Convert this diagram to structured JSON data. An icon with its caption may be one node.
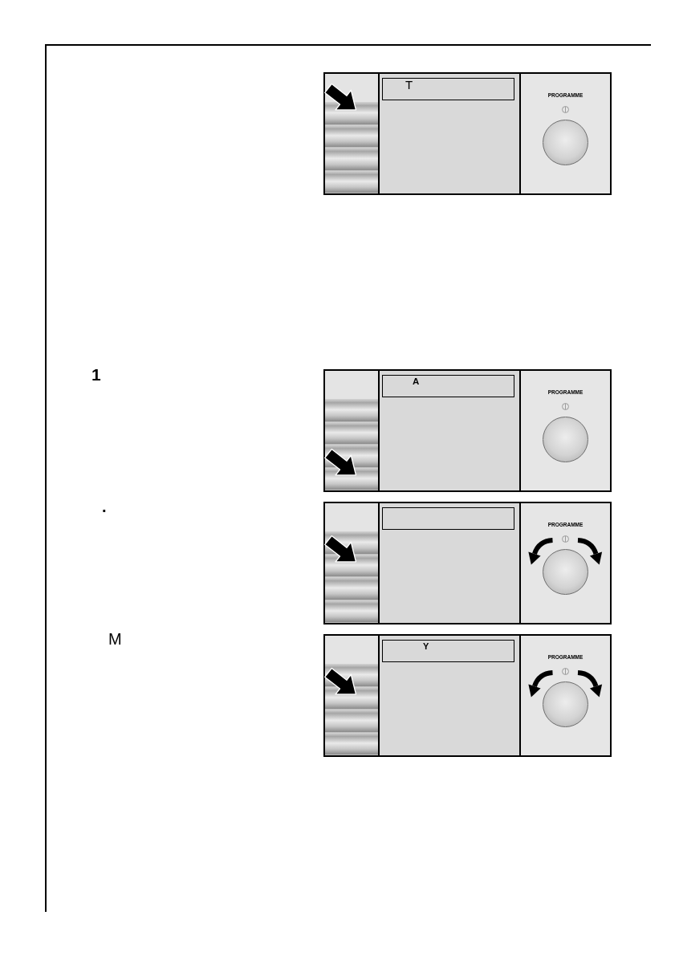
{
  "diagram": {
    "nodes": [
      {
        "text": [],
        "shape": "box"
      },
      {
        "text": [
          "T"
        ],
        "in": 0
      },
      {
        "text": [
          "PROGRAMME"
        ],
        "in": 0
      },
      {
        "text": [],
        "shape": "box"
      },
      {
        "text": [
          "A"
        ],
        "in": 3
      },
      {
        "text": [
          "PROGRAMME"
        ],
        "in": 3
      },
      {
        "text": [],
        "shape": "box"
      },
      {
        "text": [],
        "shape": "box",
        "in": 6
      },
      {
        "text": [
          "PROGRAMME"
        ],
        "in": 6
      },
      {
        "text": [],
        "shape": "box"
      },
      {
        "text": [
          "Y"
        ],
        "in": 9
      },
      {
        "text": [
          "PROGRAMME"
        ],
        "in": 9
      }
    ],
    "labels": [
      "1",
      ".",
      "M"
    ]
  }
}
